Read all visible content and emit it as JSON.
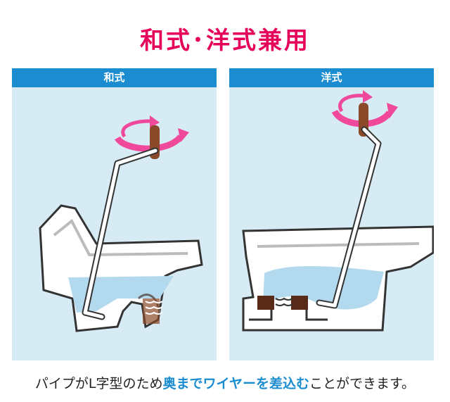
{
  "title": "和式･洋式兼用",
  "panels": [
    {
      "label": "和式"
    },
    {
      "label": "洋式"
    }
  ],
  "caption": {
    "before": "パイプがL字型のため",
    "highlight": "奥までワイヤーを差込む",
    "after": "ことができます。"
  },
  "colors": {
    "title": "#e6005a",
    "header": "#1a8ccf",
    "panel_bg": "#d6ebf4",
    "water": "#b3d9ee",
    "highlight": "#1a8ccf",
    "rotation_arrow": "#f0489a",
    "handle": "#8a4a2a"
  }
}
